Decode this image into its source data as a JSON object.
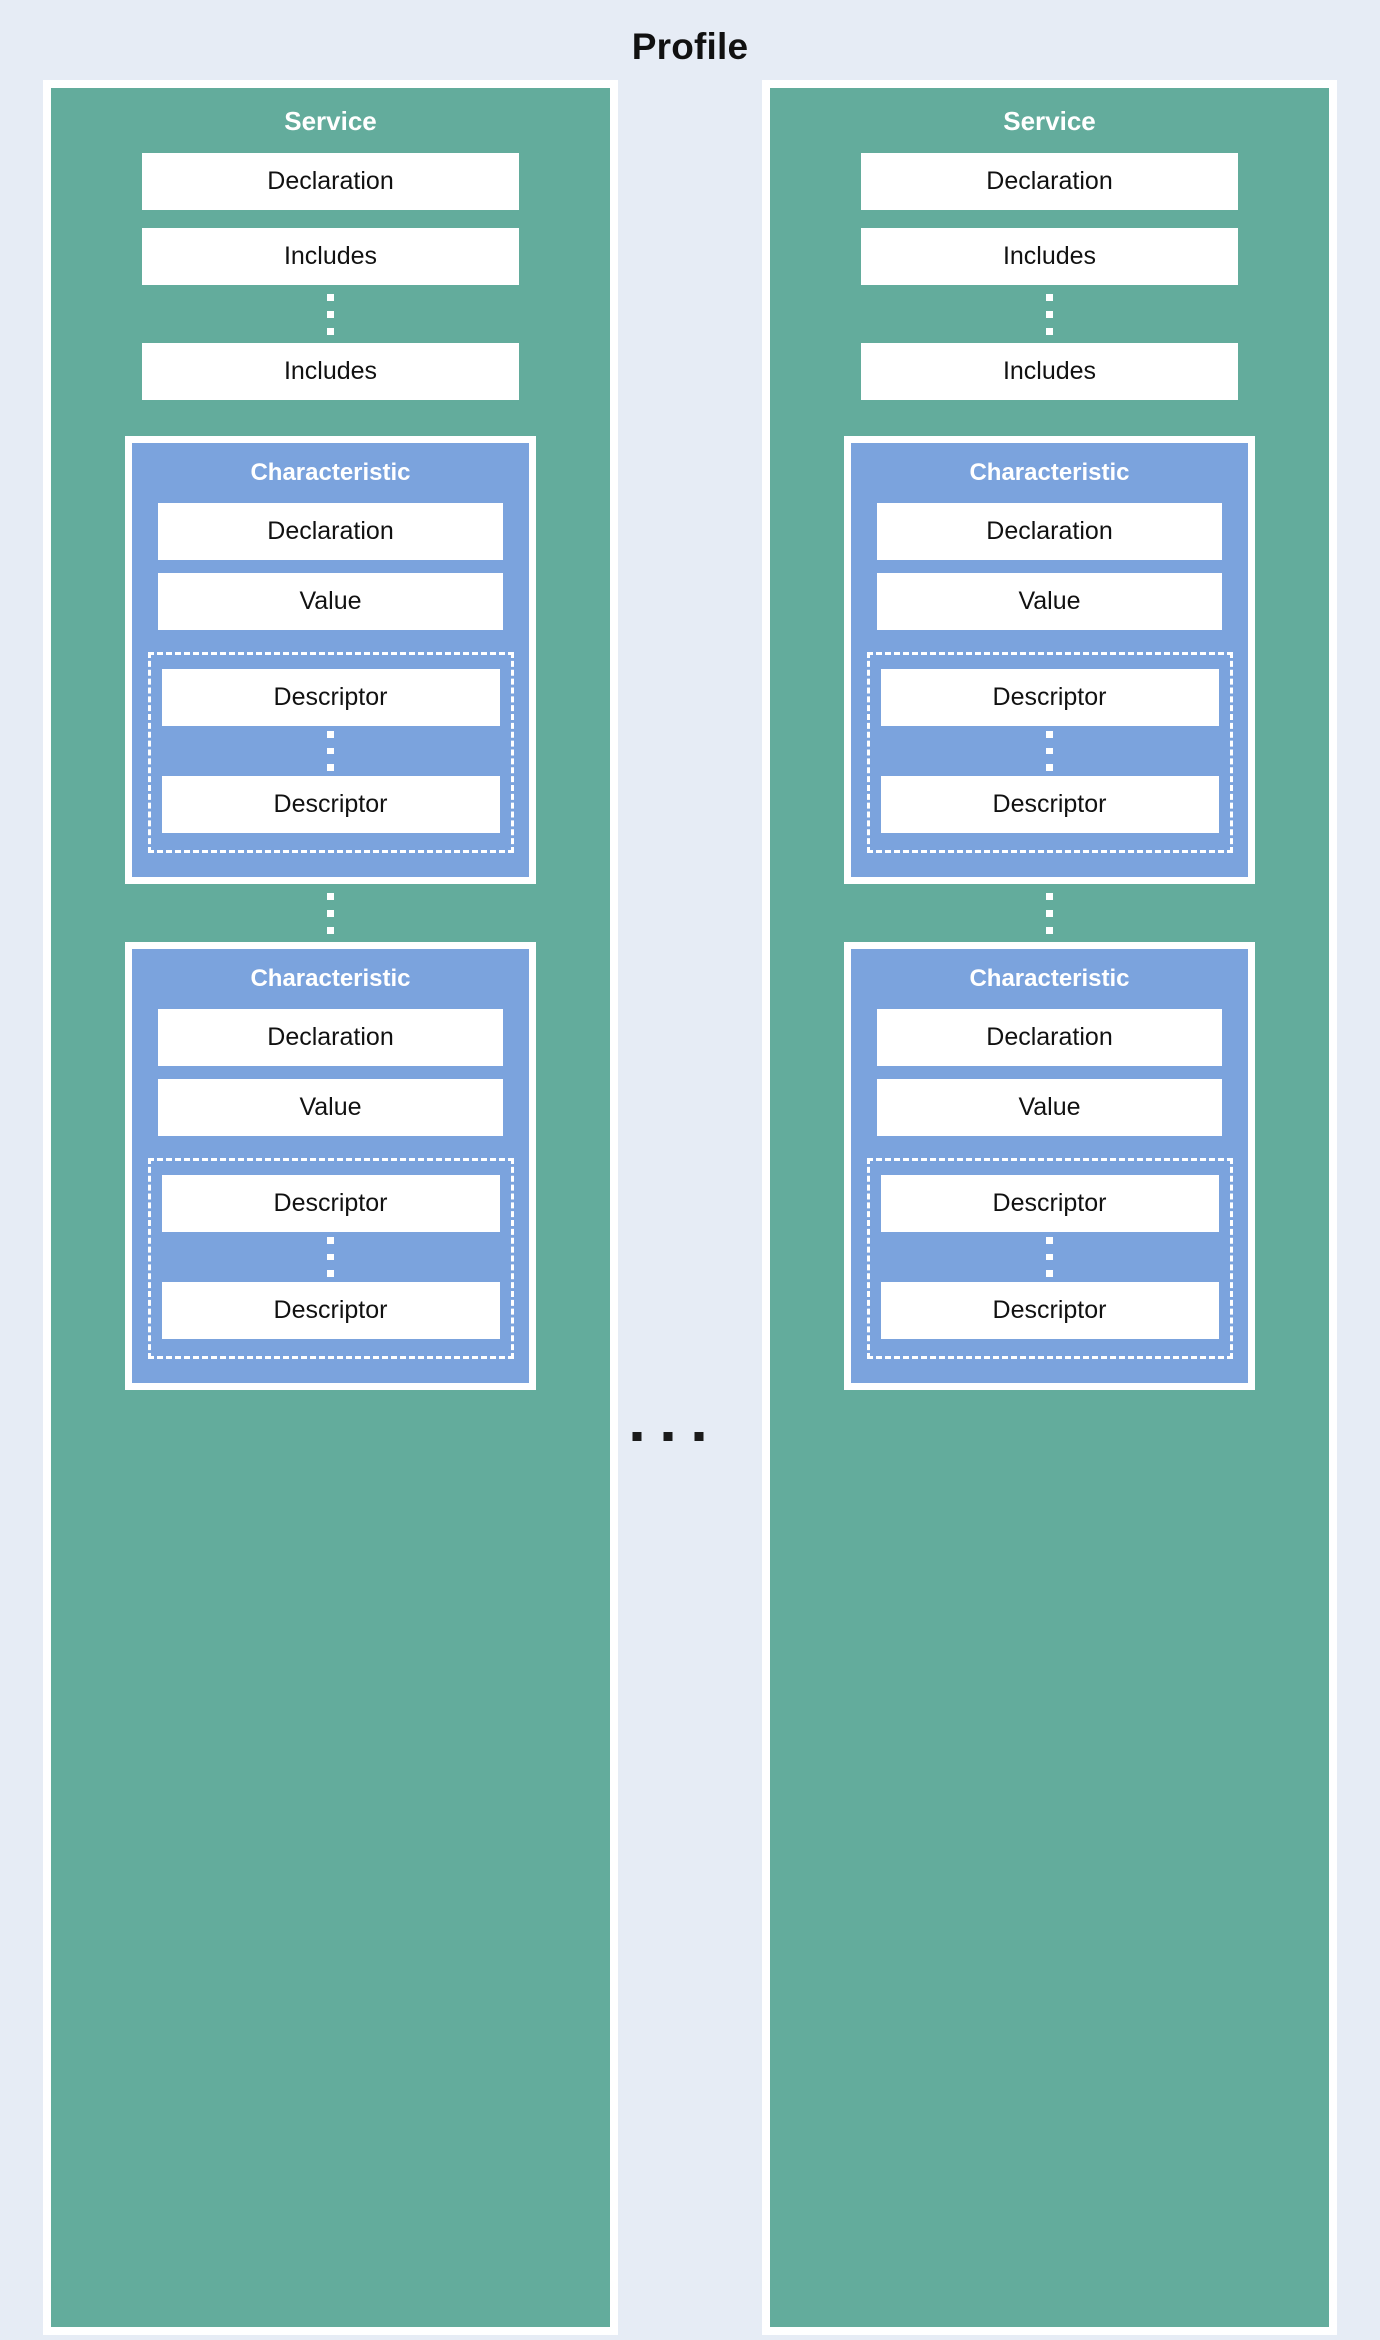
{
  "diagram": {
    "title": "Profile",
    "colors": {
      "background": "#e6ecf5",
      "service": "#63ac9c",
      "characteristic": "#7ba3dd",
      "field": "#ffffff",
      "border": "#ffffff",
      "text_dark": "#111111",
      "text_light": "#ffffff"
    },
    "between_columns_ellipsis": "...",
    "services": [
      {
        "title": "Service",
        "fields": [
          {
            "label": "Declaration"
          },
          {
            "label": "Includes"
          }
        ],
        "includes_ellipsis": "⋮",
        "last_include": {
          "label": "Includes"
        },
        "characteristics_ellipsis": "⋮",
        "characteristics": [
          {
            "title": "Characteristic",
            "fields": [
              {
                "label": "Declaration"
              },
              {
                "label": "Value"
              }
            ],
            "descriptors": [
              {
                "label": "Descriptor"
              },
              {
                "label": "Descriptor"
              }
            ],
            "descriptor_ellipsis": "⋮"
          },
          {
            "title": "Characteristic",
            "fields": [
              {
                "label": "Declaration"
              },
              {
                "label": "Value"
              }
            ],
            "descriptors": [
              {
                "label": "Descriptor"
              },
              {
                "label": "Descriptor"
              }
            ],
            "descriptor_ellipsis": "⋮"
          }
        ]
      },
      {
        "title": "Service",
        "fields": [
          {
            "label": "Declaration"
          },
          {
            "label": "Includes"
          }
        ],
        "includes_ellipsis": "⋮",
        "last_include": {
          "label": "Includes"
        },
        "characteristics_ellipsis": "⋮",
        "characteristics": [
          {
            "title": "Characteristic",
            "fields": [
              {
                "label": "Declaration"
              },
              {
                "label": "Value"
              }
            ],
            "descriptors": [
              {
                "label": "Descriptor"
              },
              {
                "label": "Descriptor"
              }
            ],
            "descriptor_ellipsis": "⋮"
          },
          {
            "title": "Characteristic",
            "fields": [
              {
                "label": "Declaration"
              },
              {
                "label": "Value"
              }
            ],
            "descriptors": [
              {
                "label": "Descriptor"
              },
              {
                "label": "Descriptor"
              }
            ],
            "descriptor_ellipsis": "⋮"
          }
        ]
      }
    ]
  }
}
